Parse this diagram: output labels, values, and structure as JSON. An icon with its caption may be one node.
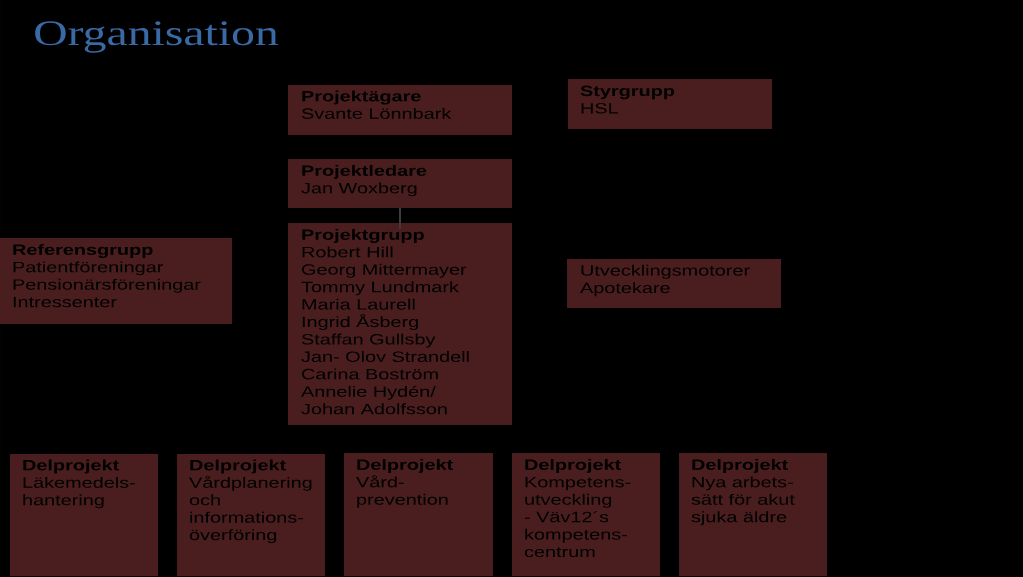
{
  "diagram": {
    "title": "Organisation",
    "nodes": [
      {
        "text": [
          "Projektägare",
          "Svante Lönnbark"
        ]
      },
      {
        "text": [
          "Projektledare",
          "Jan Woxberg"
        ]
      },
      {
        "text": [
          "Projektgrupp",
          "Robert Hill",
          "Georg Mittermayer",
          "Tommy Lundmark",
          "Maria Laurell",
          "Ingrid Åsberg",
          "Staffan Gullsby",
          "Jan- Olov Strandell",
          "Carina Boström",
          "Annelie Hydén/",
          "Johan Adolfsson"
        ]
      },
      {
        "text": [
          "Styrgrupp",
          "HSL"
        ]
      },
      {
        "text": [
          "Referensgrupp",
          "Patientföreningar",
          "Pensionärsföreningar",
          "Intressenter"
        ]
      },
      {
        "text": [
          "Utvecklingsmotorer",
          "Apotekare"
        ]
      },
      {
        "text": [
          "Delprojekt",
          "Läkemedels- hantering"
        ]
      },
      {
        "text": [
          "Delprojekt",
          "Vårdplanering och informations- överföring"
        ]
      },
      {
        "text": [
          "Delprojekt",
          "Vård- prevention"
        ]
      },
      {
        "text": [
          "Delprojekt",
          "Kompetens- utveckling - Väv12´s kompetens- centrum"
        ]
      },
      {
        "text": [
          "Delprojekt",
          "Nya arbets- sätt för akut sjuka äldre"
        ]
      }
    ],
    "edges": [
      {
        "from": 1,
        "to": 2,
        "arrow": "none"
      }
    ]
  }
}
